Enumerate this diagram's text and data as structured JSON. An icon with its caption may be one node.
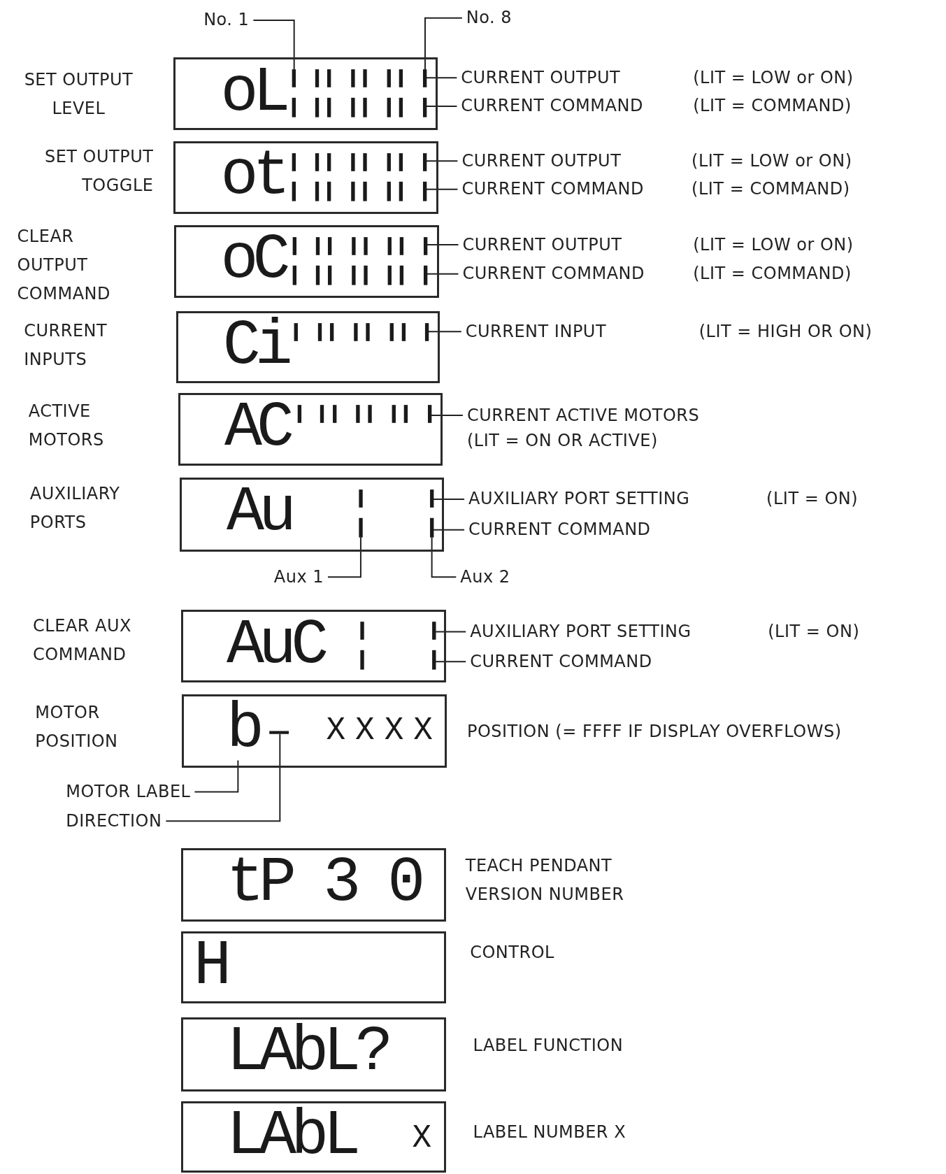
{
  "diagram": {
    "nodes": [
      {
        "text": [
          "oL"
        ]
      },
      {
        "text": [
          "No. 1"
        ]
      },
      {
        "text": [
          "No. 8"
        ]
      },
      {
        "text": [
          "CURRENT OUTPUT",
          "(LIT = LOW or ON)"
        ]
      },
      {
        "text": [
          "CURRENT COMMAND",
          "(LIT = COMMAND)"
        ]
      },
      {
        "text": [
          "ot"
        ]
      },
      {
        "text": [
          "CURRENT OUTPUT",
          "(LIT = LOW or ON)"
        ]
      },
      {
        "text": [
          "CURRENT COMMAND",
          "(LIT = COMMAND)"
        ]
      },
      {
        "text": [
          "oC"
        ]
      },
      {
        "text": [
          "CURRENT OUTPUT",
          "(LIT = LOW or ON)"
        ]
      },
      {
        "text": [
          "CURRENT COMMAND",
          "(LIT = COMMAND)"
        ]
      },
      {
        "text": [
          "Ci"
        ]
      },
      {
        "text": [
          "CURRENT INPUT",
          "(LIT = HIGH OR ON)"
        ]
      },
      {
        "text": [
          "AC"
        ]
      },
      {
        "text": [
          "CURRENT ACTIVE MOTORS",
          "(LIT = ON OR ACTIVE)"
        ]
      },
      {
        "text": [
          "Au"
        ]
      },
      {
        "text": [
          "AUXILIARY PORT SETTING",
          "(LIT = ON)"
        ]
      },
      {
        "text": [
          "CURRENT COMMAND"
        ]
      },
      {
        "text": [
          "Aux 1"
        ]
      },
      {
        "text": [
          "Aux 2"
        ]
      },
      {
        "text": [
          "AuC"
        ]
      },
      {
        "text": [
          "AUXILIARY PORT SETTING",
          "(LIT = ON)"
        ]
      },
      {
        "text": [
          "CURRENT COMMAND"
        ]
      },
      {
        "text": [
          "b",
          "XXXX"
        ],
        "beside": [
          "POSITION (= FFFF IF DISPLAY OVERFLOWS)"
        ]
      },
      {
        "text": [
          "MOTOR LABEL"
        ]
      },
      {
        "text": [
          "DIRECTION"
        ]
      },
      {
        "text": [
          "tP 3 0"
        ],
        "beside": [
          "TEACH PENDANT VERSION NUMBER"
        ]
      },
      {
        "text": [
          "H"
        ],
        "beside": [
          "CONTROL"
        ]
      },
      {
        "text": [
          "LAbL?"
        ],
        "beside": [
          "LABEL FUNCTION"
        ]
      },
      {
        "text": [
          "LAbL",
          "X"
        ],
        "beside": [
          "LABEL NUMBER X"
        ]
      }
    ],
    "edges": [
      {
        "from": 1,
        "to": 0,
        "arrow": "none"
      },
      {
        "from": 2,
        "to": 0,
        "arrow": "none"
      },
      {
        "from": 3,
        "to": 0,
        "arrow": "none"
      },
      {
        "from": 4,
        "to": 0,
        "arrow": "none"
      },
      {
        "from": 6,
        "to": 5,
        "arrow": "none"
      },
      {
        "from": 7,
        "to": 5,
        "arrow": "none"
      },
      {
        "from": 9,
        "to": 8,
        "arrow": "none"
      },
      {
        "from": 10,
        "to": 8,
        "arrow": "none"
      },
      {
        "from": 12,
        "to": 11,
        "arrow": "none"
      },
      {
        "from": 14,
        "to": 13,
        "arrow": "none"
      },
      {
        "from": 16,
        "to": 15,
        "arrow": "none"
      },
      {
        "from": 17,
        "to": 15,
        "arrow": "none"
      },
      {
        "from": 18,
        "to": 15,
        "arrow": "none"
      },
      {
        "from": 19,
        "to": 15,
        "arrow": "none"
      },
      {
        "from": 21,
        "to": 20,
        "arrow": "none"
      },
      {
        "from": 22,
        "to": 20,
        "arrow": "none"
      },
      {
        "from": 24,
        "to": 23,
        "arrow": "none"
      },
      {
        "from": 25,
        "to": 23,
        "arrow": "none"
      }
    ],
    "labels": [
      "SET OUTPUT LEVEL",
      "SET OUTPUT TOGGLE",
      "CLEAR OUTPUT COMMAND",
      "CURRENT INPUTS",
      "ACTIVE MOTORS",
      "AUXILIARY PORTS",
      "CLEAR AUX COMMAND",
      "MOTOR POSITION"
    ]
  }
}
